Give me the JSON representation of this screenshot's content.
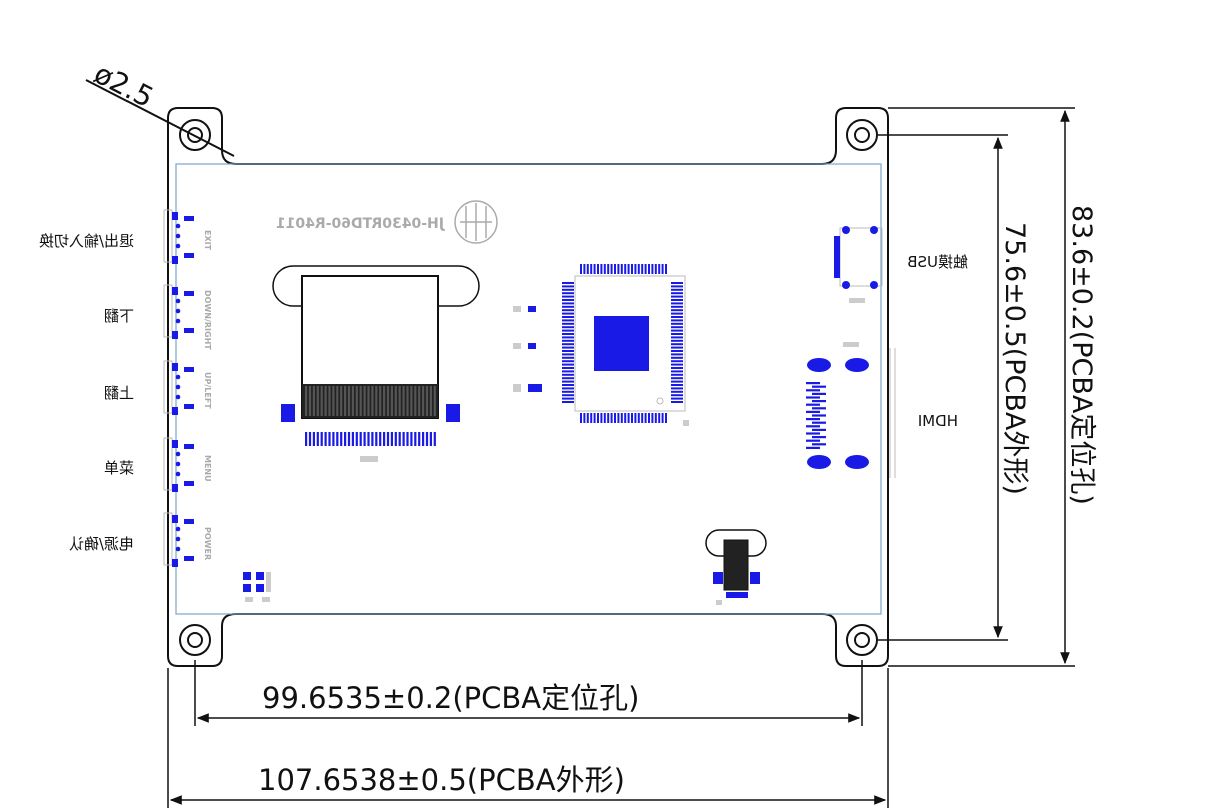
{
  "hole_label": "ø2.5",
  "silkscreen_model": "JH-0430RTD60-R4011",
  "side_labels": [
    {
      "id": "exit",
      "text": "退出/输入切换",
      "code": "EXIT"
    },
    {
      "id": "down",
      "text": "下翻",
      "code": "DOWN/RIGHT"
    },
    {
      "id": "up",
      "text": "上翻",
      "code": "UP/LEFT"
    },
    {
      "id": "menu",
      "text": "菜单",
      "code": "MENU"
    },
    {
      "id": "power",
      "text": "电源/确认",
      "code": "POWER"
    }
  ],
  "port_labels": {
    "usb": "触摸USB",
    "hdmi": "HDMI"
  },
  "dimensions": {
    "width_holes": "99.6535±0.2(PCBA定位孔)",
    "width_outline": "107.6538±0.5(PCBA外形)",
    "height_holes": "75.6±0.5(PCBA外形)",
    "height_outline": "83.6±0.2(PCBA定位孔)"
  },
  "colors": {
    "component": "#1a1ae6",
    "outline": "#111111",
    "silk": "#aaaaaa",
    "board_edge": "#7aa6c8"
  }
}
